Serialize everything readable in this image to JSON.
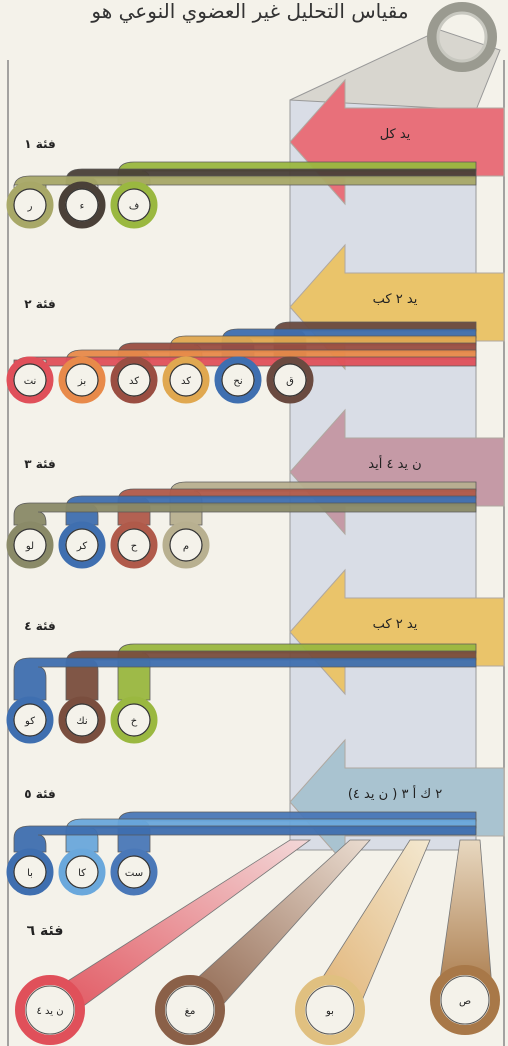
{
  "header": {
    "title": "مقياس التحليل غير العضوي النوعي هو"
  },
  "palette": {
    "olive": "#a8a868",
    "green": "#9ab840",
    "dark": "#4a4038",
    "brown": "#7a4e3e",
    "red": "#e0505a",
    "orange": "#e88a4a",
    "tan": "#d8a860",
    "blue": "#3f6fb0",
    "lightblue": "#6aa8dc",
    "grey": "#8a8a80",
    "pink": "#e8707a",
    "wood": "#a87848",
    "gold": "#e8c070",
    "mauve": "#c09aa8",
    "paleblue": "#a9c3d0",
    "panel": "#d9dde6"
  },
  "arrows": [
    {
      "label": "يد كل",
      "color": "#e8707a"
    },
    {
      "label": "يد ٢ كب",
      "color": "#eac46a"
    },
    {
      "label": "ن يد ٤ أيد",
      "color": "#c59aa6"
    },
    {
      "label": "يد ٢ كب",
      "color": "#eac46a"
    },
    {
      "label": "(ن يد ٤ ) ٢ ك أ ٣",
      "color": "#a9c3d0"
    }
  ],
  "groups": [
    {
      "title": "فئة ١",
      "circles": [
        {
          "label": "ر",
          "color": "#a8a868"
        },
        {
          "label": "ء",
          "color": "#4a4038"
        },
        {
          "label": "ف",
          "color": "#9ab840"
        }
      ]
    },
    {
      "title": "فئة ٢",
      "circles": [
        {
          "label": "نت",
          "color": "#e0505a"
        },
        {
          "label": "بز",
          "color": "#e88a4a"
        },
        {
          "label": "كد",
          "color": "#9a4e42"
        },
        {
          "label": "كد",
          "color": "#e0a850"
        },
        {
          "label": "نح",
          "color": "#3f6fb0"
        },
        {
          "label": "ق",
          "color": "#6a4a40"
        }
      ]
    },
    {
      "title": "فئة ٣",
      "circles": [
        {
          "label": "لو",
          "color": "#8a8a68"
        },
        {
          "label": "كر",
          "color": "#3f6fb0"
        },
        {
          "label": "ح",
          "color": "#b05a4a"
        },
        {
          "label": "م",
          "color": "#b8b090"
        }
      ]
    },
    {
      "title": "فئة ٤",
      "circles": [
        {
          "label": "كو",
          "color": "#3f6fb0"
        },
        {
          "label": "نك",
          "color": "#7a4e3e"
        },
        {
          "label": "خ",
          "color": "#9ab840"
        }
      ]
    },
    {
      "title": "فئة ٥",
      "circles": [
        {
          "label": "با",
          "color": "#3f6fb0"
        },
        {
          "label": "كا",
          "color": "#6aa8dc"
        },
        {
          "label": "ست",
          "color": "#4a78b8"
        }
      ]
    }
  ],
  "group6": {
    "title": "فئة ٦",
    "circles": [
      {
        "label": "ن يد ٤",
        "color": "#e0505a"
      },
      {
        "label": "مغ",
        "color": "#8a6048"
      },
      {
        "label": "بو",
        "color": "#e0c080"
      },
      {
        "label": "ص",
        "color": "#a87848"
      }
    ]
  }
}
